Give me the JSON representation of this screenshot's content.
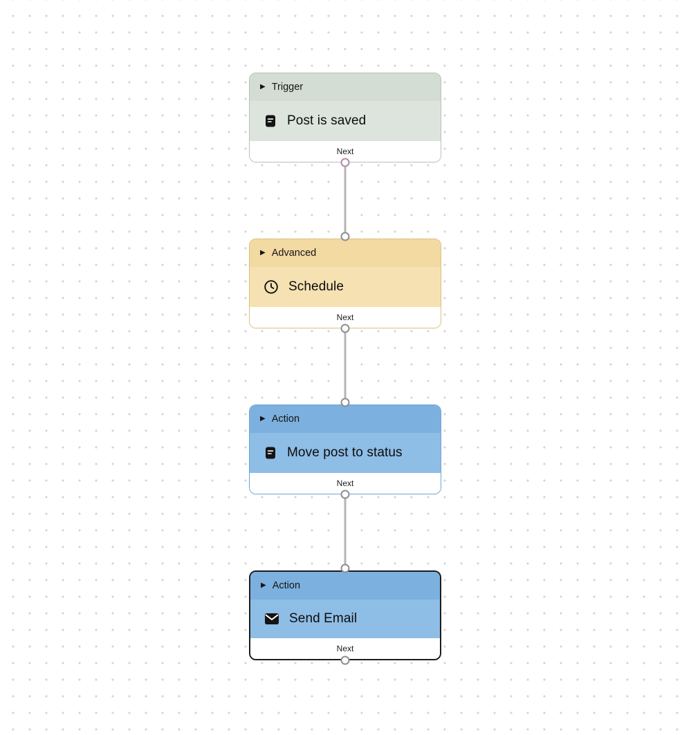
{
  "canvas": {
    "background_color": "#ffffff",
    "dot_color": "#d5d5d5"
  },
  "connector": {
    "line_color": "#b5b5b5",
    "port_fill": "#ffffff",
    "port_stroke": "#8e8e93",
    "start_port_stroke": "#b08ba5"
  },
  "nodes": [
    {
      "category": "Trigger",
      "title": "Post is saved",
      "icon": "document-icon",
      "footer_label": "Next",
      "selected": false,
      "colors": {
        "header": "#d4ddd4",
        "body": "#dde4dd",
        "border": "#b7c0b7"
      }
    },
    {
      "category": "Advanced",
      "title": "Schedule",
      "icon": "clock-icon",
      "footer_label": "Next",
      "selected": false,
      "colors": {
        "header": "#f3d9a2",
        "body": "#f6e1b2",
        "border": "#dcbe82"
      }
    },
    {
      "category": "Action",
      "title": "Move post to status",
      "icon": "document-icon",
      "footer_label": "Next",
      "selected": false,
      "colors": {
        "header": "#7cb0df",
        "body": "#8ebde6",
        "border": "#6fa3d4"
      }
    },
    {
      "category": "Action",
      "title": "Send Email",
      "icon": "mail-icon",
      "footer_label": "Next",
      "selected": true,
      "colors": {
        "header": "#7cb0df",
        "body": "#8ebde6",
        "border": "#1c1c1e"
      }
    }
  ]
}
